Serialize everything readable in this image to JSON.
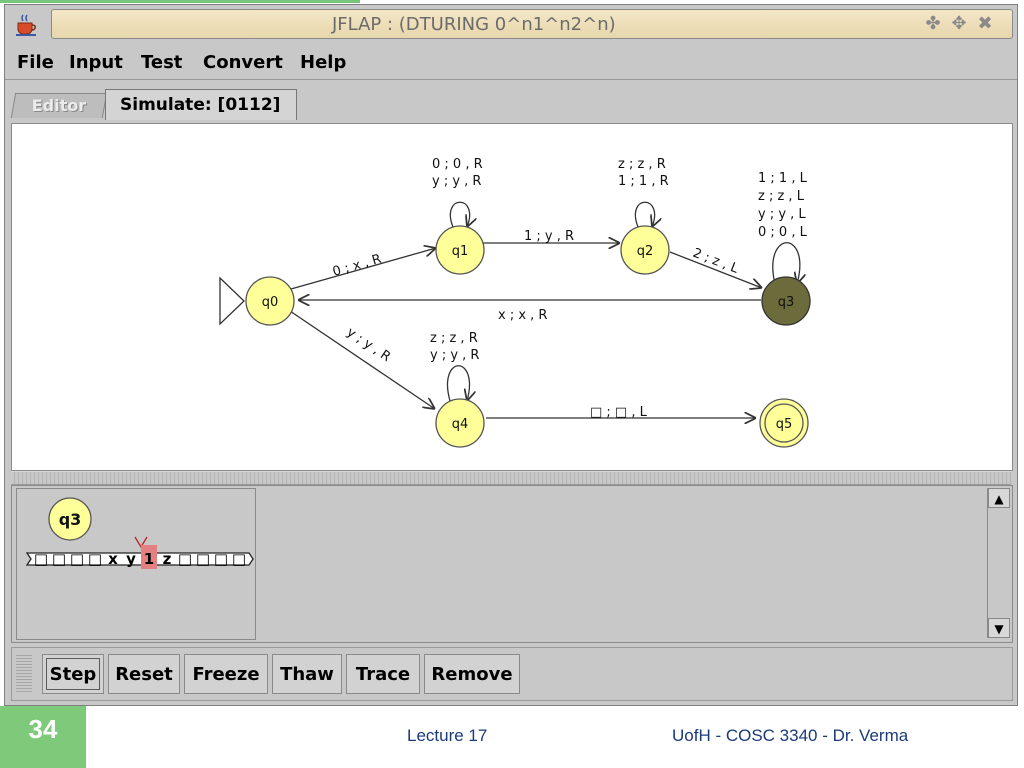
{
  "window": {
    "title": "JFLAP : (DTURING 0^n1^n2^n)",
    "title_buttons": [
      "✤",
      "✥",
      "✖"
    ]
  },
  "menu": {
    "items": [
      "File",
      "Input",
      "Test",
      "Convert",
      "Help"
    ]
  },
  "tabs": {
    "editor": "Editor",
    "simulate": "Simulate: [0112]"
  },
  "diagram": {
    "states": {
      "q0": "q0",
      "q1": "q1",
      "q2": "q2",
      "q3": "q3",
      "q4": "q4",
      "q5": "q5"
    },
    "transitions": {
      "q0_q1": "0 ; x , R",
      "q1_q2": "1 ; y , R",
      "q2_q3": "2 ; z , L",
      "q3_q0": "x ; x , R",
      "q0_q4": "y ; y , R",
      "q4_q5": "□ ; □ , L",
      "q1_loop": [
        "0 ; 0 , R",
        "y ; y , R"
      ],
      "q2_loop": [
        "z ; z , R",
        "1 ; 1 , R"
      ],
      "q3_loop": [
        "1 ; 1 , L",
        "z ; z , L",
        "y ; y , L",
        "0 ; 0 , L"
      ],
      "q4_loop": [
        "z ; z , R",
        "y ; y , R"
      ]
    },
    "state_colors": {
      "normal": "#ffff99",
      "current": "#6b6b3c"
    }
  },
  "configuration": {
    "state": "q3",
    "tape": [
      "□",
      "□",
      "□",
      "□",
      "x",
      "y",
      "1",
      "z",
      "□",
      "□",
      "□",
      "□"
    ],
    "head_index": 6
  },
  "toolbar": {
    "buttons": [
      "Step",
      "Reset",
      "Freeze",
      "Thaw",
      "Trace",
      "Remove"
    ]
  },
  "footer": {
    "slide_number": "34",
    "lecture": "Lecture 17",
    "course": "UofH - COSC 3340 - Dr. Verma"
  }
}
